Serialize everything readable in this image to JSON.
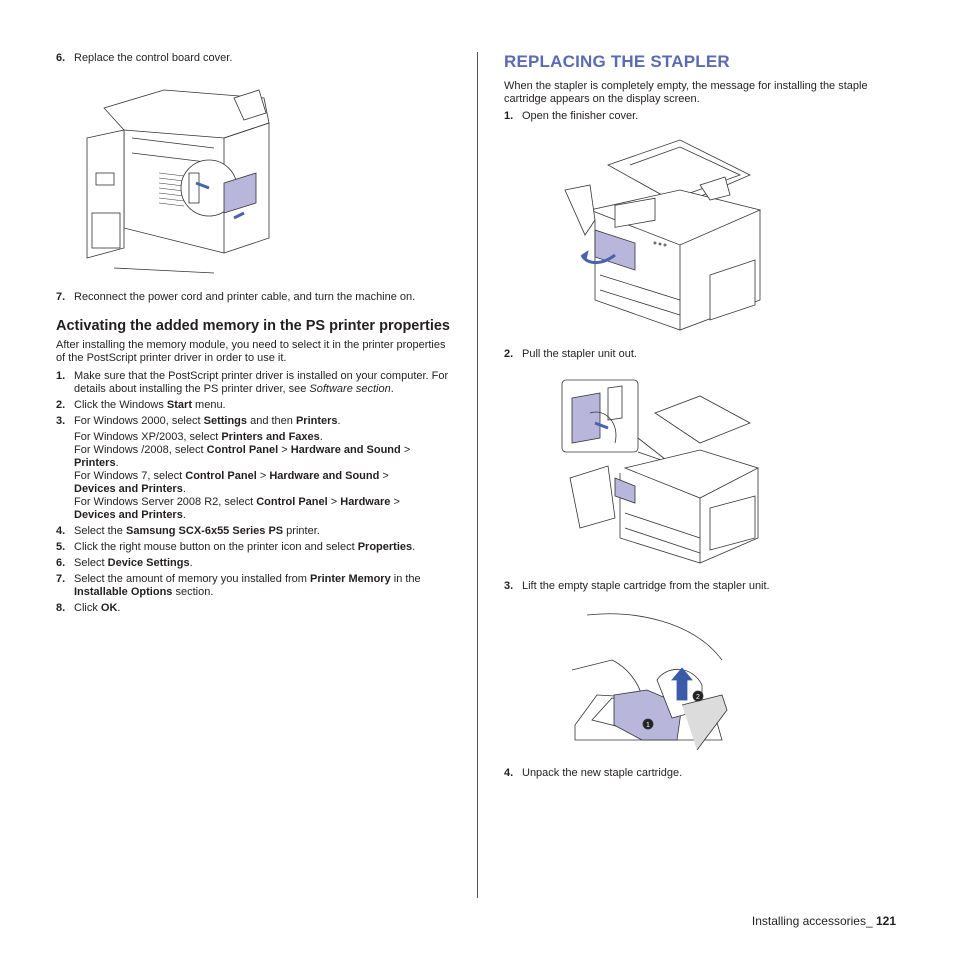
{
  "left": {
    "step6": {
      "num": "6.",
      "text": "Replace the control board cover."
    },
    "step7": {
      "num": "7.",
      "text": "Reconnect the power cord and printer cable, and turn the machine on."
    },
    "heading": "Activating the added memory in the PS printer properties",
    "intro": "After installing the memory module, you need to select it in the printer properties of the PostScript printer driver in order to use it.",
    "s1": {
      "num": "1.",
      "a": "Make sure that the PostScript printer driver is installed on your computer. For details about installing the PS printer driver, see ",
      "em": "Software section",
      "b": "."
    },
    "s2": {
      "num": "2.",
      "a": "Click the Windows ",
      "bold": "Start",
      "b": " menu."
    },
    "s3": {
      "num": "3.",
      "a": "For Windows 2000, select ",
      "bold1": "Settings",
      "b": " and then ",
      "bold2": "Printers",
      "c": "."
    },
    "s3xp": {
      "a": "For Windows XP/2003, select ",
      "bold": "Printers and Faxes",
      "b": "."
    },
    "s3v": {
      "a": "For Windows /2008, select ",
      "bold1": "Control Panel",
      "gt": " > ",
      "bold2": "Hardware and Sound",
      "gt2": " > ",
      "bold3": "Printers",
      "b": "."
    },
    "s3w7": {
      "a": "For Windows 7, select ",
      "bold1": "Control Panel",
      "gt": " > ",
      "bold2": "Hardware and Sound",
      "gt2": " > ",
      "bold3": "Devices and Printers",
      "b": "."
    },
    "s3r2": {
      "a": "For Windows Server 2008 R2, select ",
      "bold1": "Control Panel",
      "gt": " > ",
      "bold2": "Hardware",
      "gt2": " > ",
      "bold3": "Devices and Printers",
      "b": "."
    },
    "s4": {
      "num": "4.",
      "a": "Select the ",
      "bold": "Samsung SCX-6x55 Series PS",
      "b": " printer."
    },
    "s5": {
      "num": "5.",
      "a": "Click the right mouse button on the printer icon and select ",
      "bold": "Properties",
      "b": "."
    },
    "s6": {
      "num": "6.",
      "a": "Select ",
      "bold": "Device Settings",
      "b": "."
    },
    "s7": {
      "num": "7.",
      "a": "Select the amount of memory you installed from ",
      "bold1": "Printer Memory",
      "b": " in the ",
      "bold2": "Installable Options",
      "c": " section."
    },
    "s8": {
      "num": "8.",
      "a": "Click ",
      "bold": "OK",
      "b": "."
    }
  },
  "right": {
    "title": "REPLACING THE STAPLER",
    "intro": "When the stapler is completely empty, the message for installing the staple cartridge appears on the display screen.",
    "r1": {
      "num": "1.",
      "text": "Open the finisher cover."
    },
    "r2": {
      "num": "2.",
      "text": "Pull the stapler unit out."
    },
    "r3": {
      "num": "3.",
      "text": "Lift the empty staple cartridge from the stapler unit."
    },
    "r4": {
      "num": "4.",
      "text": "Unpack the new staple cartridge."
    },
    "callout1": "1",
    "callout2": "2"
  },
  "footer": {
    "label": "Installing accessories_ ",
    "page": "121"
  },
  "colors": {
    "accent": "#5a6bb3",
    "highlight": "#b9b6dc"
  }
}
